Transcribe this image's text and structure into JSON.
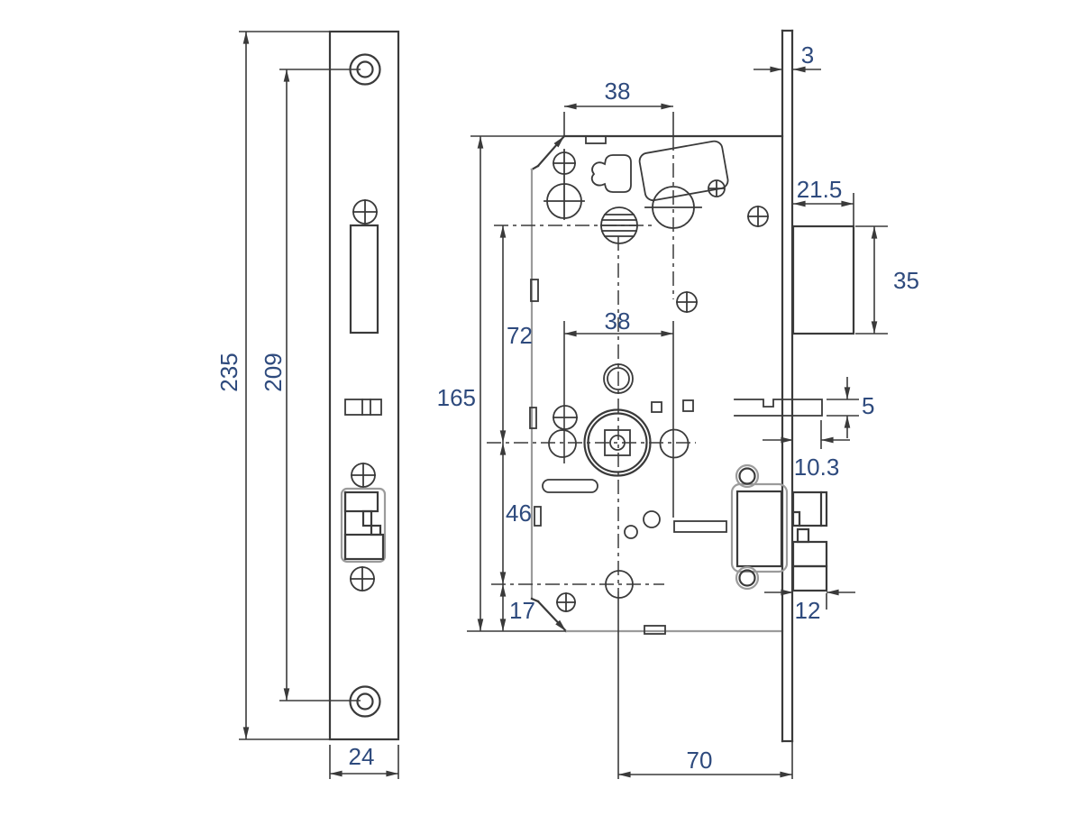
{
  "drawing": {
    "type": "mortise-lock dimension drawing, two orthographic views",
    "colors": {
      "background": "#ffffff",
      "line": "#3a3a3a",
      "secondary_line": "#9b9b9b",
      "dimension_text": "#2e4a7d"
    },
    "dimensions": {
      "overall_height": "235",
      "screw_hole_spacing": "209",
      "faceplate_width": "24",
      "forend_thickness": "3",
      "hub_offset_top": "38",
      "latch_projection": "21.5",
      "latch_height": "35",
      "case_height": "165",
      "hub_to_spindle": "72",
      "spindle_hole_span": "38",
      "aux_bolt_height": "5",
      "aux_bolt_projection": "10.3",
      "spindle_to_lower_hole": "46",
      "deadbolt_throw": "12",
      "lower_hole_to_base": "17",
      "backset": "70"
    }
  }
}
